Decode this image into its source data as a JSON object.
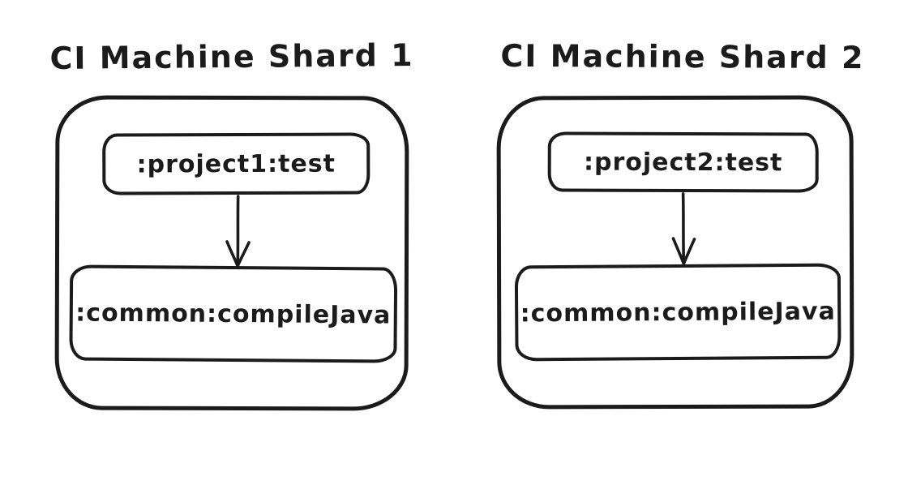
{
  "colors": {
    "stroke": "#1b1b1b",
    "background": "#ffffff"
  },
  "shards": [
    {
      "title": "CI Machine Shard 1",
      "nodes": [
        {
          "label": ":project1:test"
        },
        {
          "label": ":common:compileJava"
        }
      ],
      "edge": {
        "from": ":project1:test",
        "to": ":common:compileJava",
        "direction": "down"
      }
    },
    {
      "title": "CI Machine Shard 2",
      "nodes": [
        {
          "label": ":project2:test"
        },
        {
          "label": ":common:compileJava"
        }
      ],
      "edge": {
        "from": ":project2:test",
        "to": ":common:compileJava",
        "direction": "down"
      }
    }
  ]
}
